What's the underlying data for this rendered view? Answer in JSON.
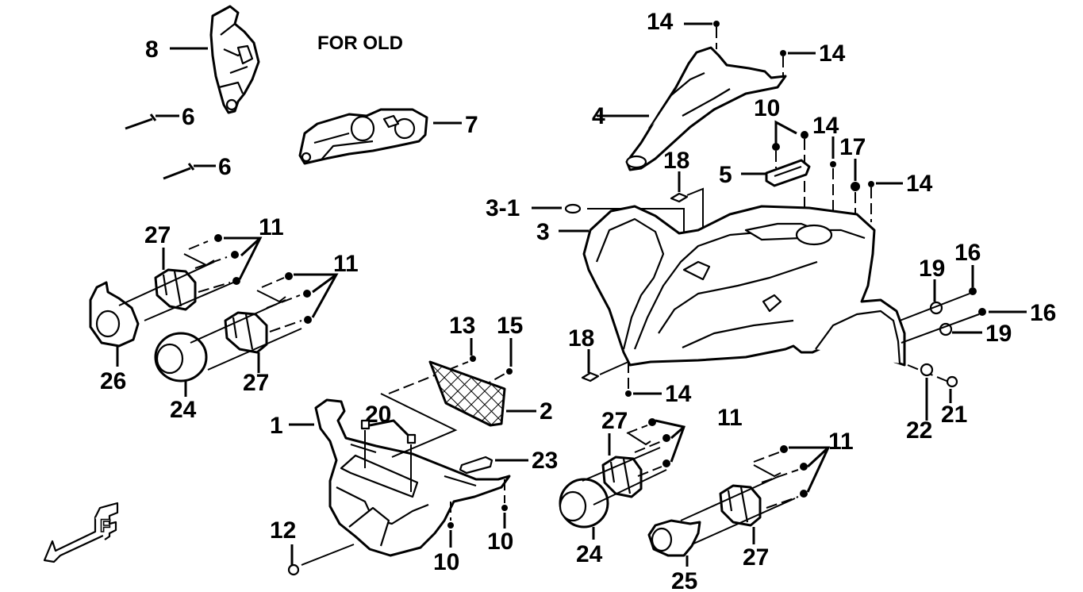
{
  "diagram": {
    "title": "FOR OLD",
    "type": "exploded-parts-diagram",
    "subject": "ATV front fender / body panel assembly",
    "direction_marker": "F",
    "parts": [
      {
        "ref": "1",
        "description": "front lower panel"
      },
      {
        "ref": "2",
        "description": "mesh grille"
      },
      {
        "ref": "3",
        "description": "front fender body"
      },
      {
        "ref": "3-1",
        "description": "grommet"
      },
      {
        "ref": "4",
        "description": "upper nose cover"
      },
      {
        "ref": "5",
        "description": "bracket"
      },
      {
        "ref": "6",
        "description": "screw"
      },
      {
        "ref": "7",
        "description": "handlebar cover (for old)"
      },
      {
        "ref": "8",
        "description": "handlebar cover bracket (for old)"
      },
      {
        "ref": "10",
        "description": "screw"
      },
      {
        "ref": "11",
        "description": "screw"
      },
      {
        "ref": "12",
        "description": "bolt"
      },
      {
        "ref": "13",
        "description": "screw"
      },
      {
        "ref": "14",
        "description": "screw"
      },
      {
        "ref": "15",
        "description": "screw"
      },
      {
        "ref": "16",
        "description": "bolt"
      },
      {
        "ref": "17",
        "description": "clip"
      },
      {
        "ref": "18",
        "description": "nut"
      },
      {
        "ref": "19",
        "description": "washer"
      },
      {
        "ref": "20",
        "description": "clip nut"
      },
      {
        "ref": "21",
        "description": "bolt"
      },
      {
        "ref": "22",
        "description": "washer"
      },
      {
        "ref": "23",
        "description": "reflector"
      },
      {
        "ref": "24",
        "description": "headlight lens"
      },
      {
        "ref": "25",
        "description": "headlight lens right"
      },
      {
        "ref": "26",
        "description": "headlight lens left"
      },
      {
        "ref": "27",
        "description": "headlight socket"
      }
    ],
    "callouts": {
      "c8": "8",
      "c6a": "6",
      "c6b": "6",
      "c7": "7",
      "c14a": "14",
      "c14b": "14",
      "c4": "4",
      "c10a": "10",
      "c14c": "14",
      "c17": "17",
      "c18a": "18",
      "c5": "5",
      "c14d": "14",
      "c31": "3-1",
      "c3": "3",
      "c27a": "27",
      "c11a": "11",
      "c11b": "11",
      "c26": "26",
      "c24a": "24",
      "c27b": "27",
      "c13": "13",
      "c15": "15",
      "c19a": "19",
      "c16a": "16",
      "c16b": "16",
      "c19b": "19",
      "c18b": "18",
      "c14e": "14",
      "c2": "2",
      "c1": "1",
      "c20": "20",
      "c22": "22",
      "c21": "21",
      "c27c": "27",
      "c11c": "11",
      "c11d": "11",
      "c23": "23",
      "c12": "12",
      "c10b": "10",
      "c10c": "10",
      "c24b": "24",
      "c27d": "27",
      "c25": "25"
    }
  }
}
